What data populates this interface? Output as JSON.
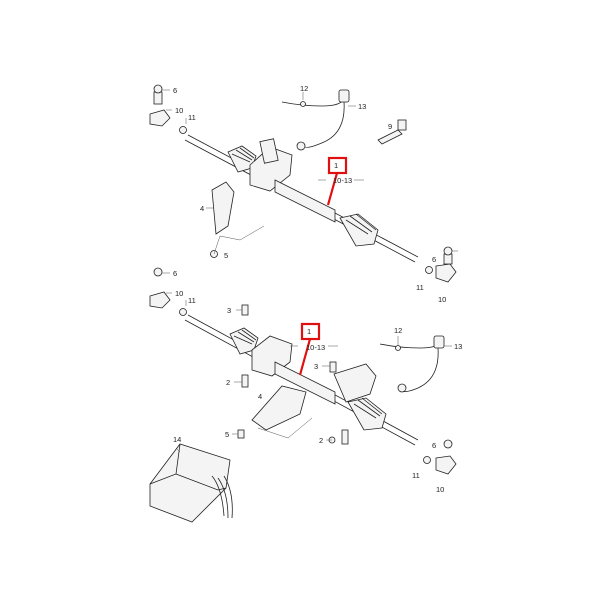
{
  "diagram": {
    "highlight_color": "#e01010",
    "line_color": "#222222",
    "upper_assembly": {
      "main_label": "1",
      "sub_label": "10-13",
      "labels": {
        "tie_rod_end_nut": "6",
        "tie_rod_end": "10",
        "nut": "11",
        "hose": "12",
        "pipe": "13",
        "clip": "9",
        "bracket": "4",
        "bolt": "5",
        "right_nut": "11",
        "right_tie_rod_end": "10",
        "right_nut_top": "6"
      }
    },
    "lower_assembly": {
      "main_label": "1",
      "sub_label": "10-13",
      "labels": {
        "tie_rod_end_nut": "6",
        "tie_rod_end": "10",
        "nut": "11",
        "bolt_top": "3",
        "bolt_mid": "2",
        "bracket": "4",
        "bolt_low": "5",
        "hose": "12",
        "pipe": "13",
        "bolt_right_top": "3",
        "bolt_right_low": "2",
        "control_unit": "14",
        "right_nut_top": "6",
        "right_nut": "11",
        "right_tie_rod_end": "10"
      }
    }
  }
}
